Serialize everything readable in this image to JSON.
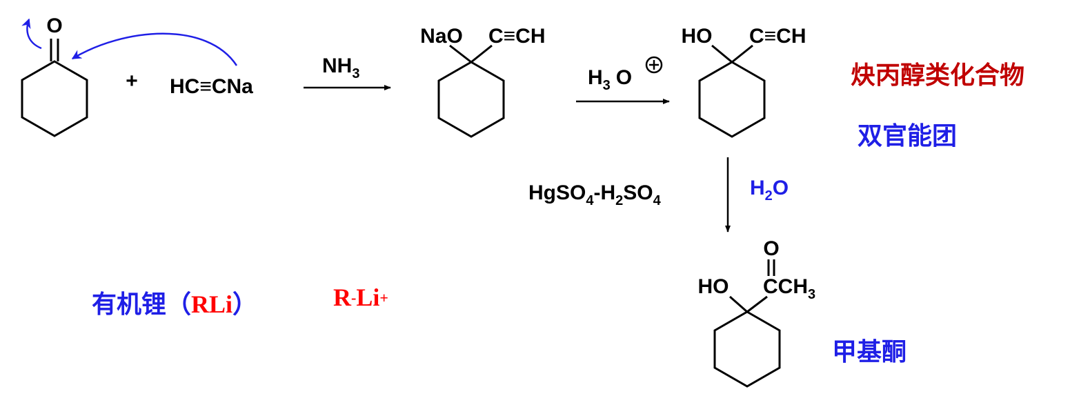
{
  "reaction": {
    "reactant1": {
      "carbonyl_O": "O"
    },
    "plus": "+",
    "reactant2": {
      "formula_main": "HC≡CNa"
    },
    "step1": {
      "reagent_main": "NH",
      "reagent_sub": "3"
    },
    "intermediate": {
      "alkoxide": "NaO",
      "alkyne": "C≡CH"
    },
    "step2": {
      "reagent_h": "H",
      "reagent_sub": "3",
      "reagent_o": "O",
      "charge": "+"
    },
    "product1": {
      "hydroxy": "HO",
      "alkyne": "C≡CH"
    },
    "step3": {
      "catalyst": {
        "p1": "HgSO",
        "s1": "4",
        "p2": "-H",
        "s2": "2",
        "p3": "SO",
        "s3": "4"
      },
      "water": {
        "h": "H",
        "sub": "2",
        "o": "O"
      }
    },
    "product2": {
      "carbonyl_O": "O",
      "hydroxy": "HO",
      "acyl": "CCH",
      "acyl_sub": "3"
    }
  },
  "labels": {
    "propargyl_alcohol": "炔丙醇类化合物",
    "bifunctional": "双官能团",
    "methyl_ketone": "甲基酮",
    "organolithium": "有机锂（",
    "organolithium_formula": "RLi",
    "organolithium_close": "）",
    "rli_ion": {
      "r": "R",
      "minus": "-",
      "li": "Li",
      "plus": "+"
    }
  },
  "colors": {
    "black": "#000000",
    "blue": "#1f1fe6",
    "dark_red": "#c00000",
    "red": "#ff0000"
  }
}
